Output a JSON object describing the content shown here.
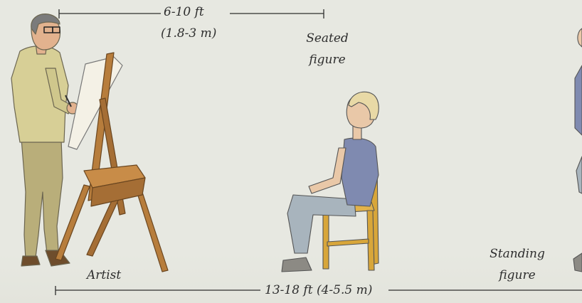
{
  "labels": {
    "top_distance_ft": "6-10 ft",
    "top_distance_m": "(1.8-3 m)",
    "seated_line1": "Seated",
    "seated_line2": "figure",
    "artist": "Artist",
    "standing_line1": "Standing",
    "standing_line2": "figure",
    "bottom_distance": "13-18 ft (4-5.5 m)"
  },
  "colors": {
    "background": "#e7e8e1",
    "line": "#2e2e2e",
    "text": "#2e2e2e"
  }
}
